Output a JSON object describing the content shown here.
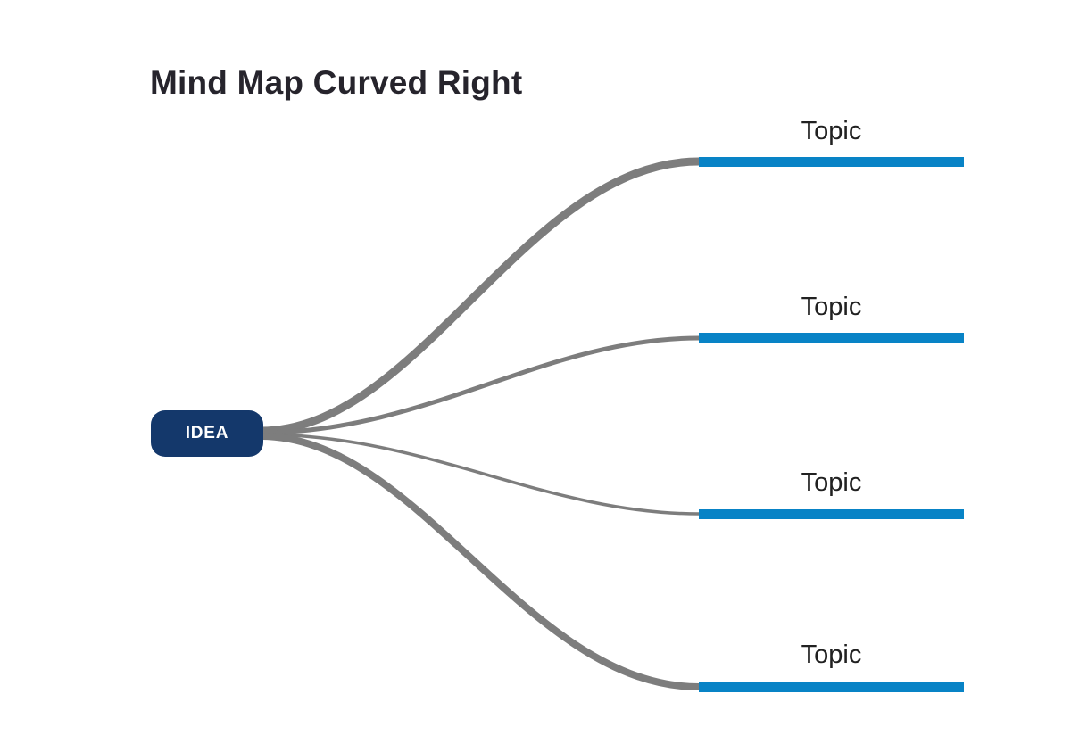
{
  "title": "Mind Map Curved Right",
  "colors": {
    "background": "#FFFFFF",
    "title_text": "#26242C",
    "idea_bg": "#14386B",
    "idea_text": "#FFFFFF",
    "connector": "#7D7D7D",
    "topic_bar": "#0883C6",
    "topic_text": "#212121"
  },
  "idea": {
    "label": "IDEA"
  },
  "topics": [
    {
      "label": "Topic"
    },
    {
      "label": "Topic"
    },
    {
      "label": "Topic"
    },
    {
      "label": "Topic"
    }
  ]
}
